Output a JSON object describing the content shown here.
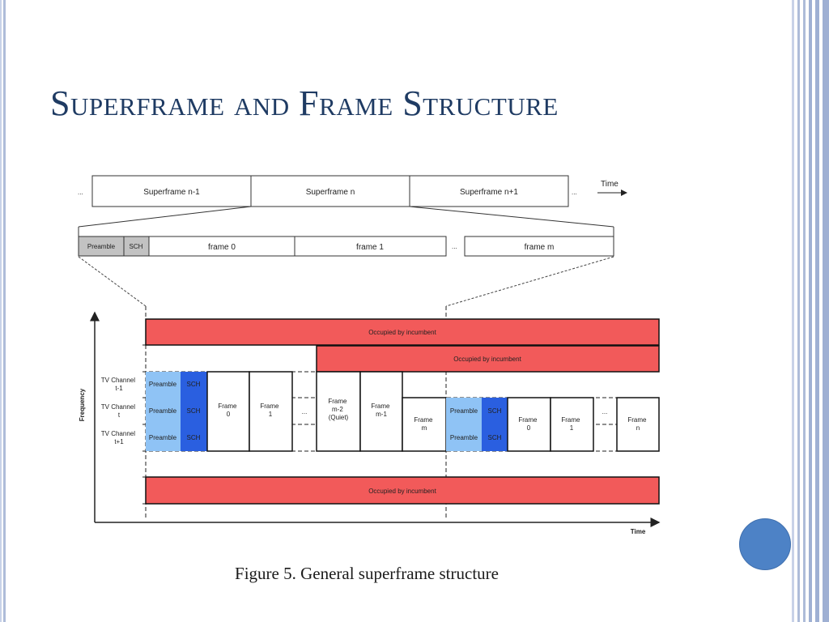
{
  "title": "Superframe and Frame Structure",
  "figure": {
    "caption": "Figure 5. General superframe structure",
    "time_label": "Time",
    "time_axis_label": "Time",
    "frequency_axis_label": "Frequency",
    "ellipsis": "...",
    "superframes": [
      "Superframe n-1",
      "Superframe n",
      "Superframe n+1"
    ],
    "superframe_detail": {
      "preamble": "Preamble",
      "sch": "SCH",
      "frames": [
        "frame 0",
        "frame 1",
        "frame m"
      ]
    },
    "incumbent_label": "Occupied by incumbent",
    "channels": [
      [
        "TV Channel",
        "t-1"
      ],
      [
        "TV Channel",
        "t"
      ],
      [
        "TV Channel",
        "t+1"
      ]
    ],
    "grid": {
      "preamble": "Preamble",
      "sch": "SCH",
      "frame0": [
        "Frame",
        "0"
      ],
      "frame1": [
        "Frame",
        "1"
      ],
      "frame_m2": [
        "Frame",
        "m-2",
        "(Quiet)"
      ],
      "frame_m1": [
        "Frame",
        "m-1"
      ],
      "frame_m": [
        "Frame",
        "m"
      ],
      "frame_n": [
        "Frame",
        "n"
      ]
    }
  },
  "colors": {
    "title": "#1f3b63",
    "incumbent": "#f25a5a",
    "preamble_light_blue": "#8fc3f5",
    "sch_blue": "#2a5fe0",
    "preamble_gray": "#c2c2c2",
    "deco_circle": "#4d82c6"
  }
}
